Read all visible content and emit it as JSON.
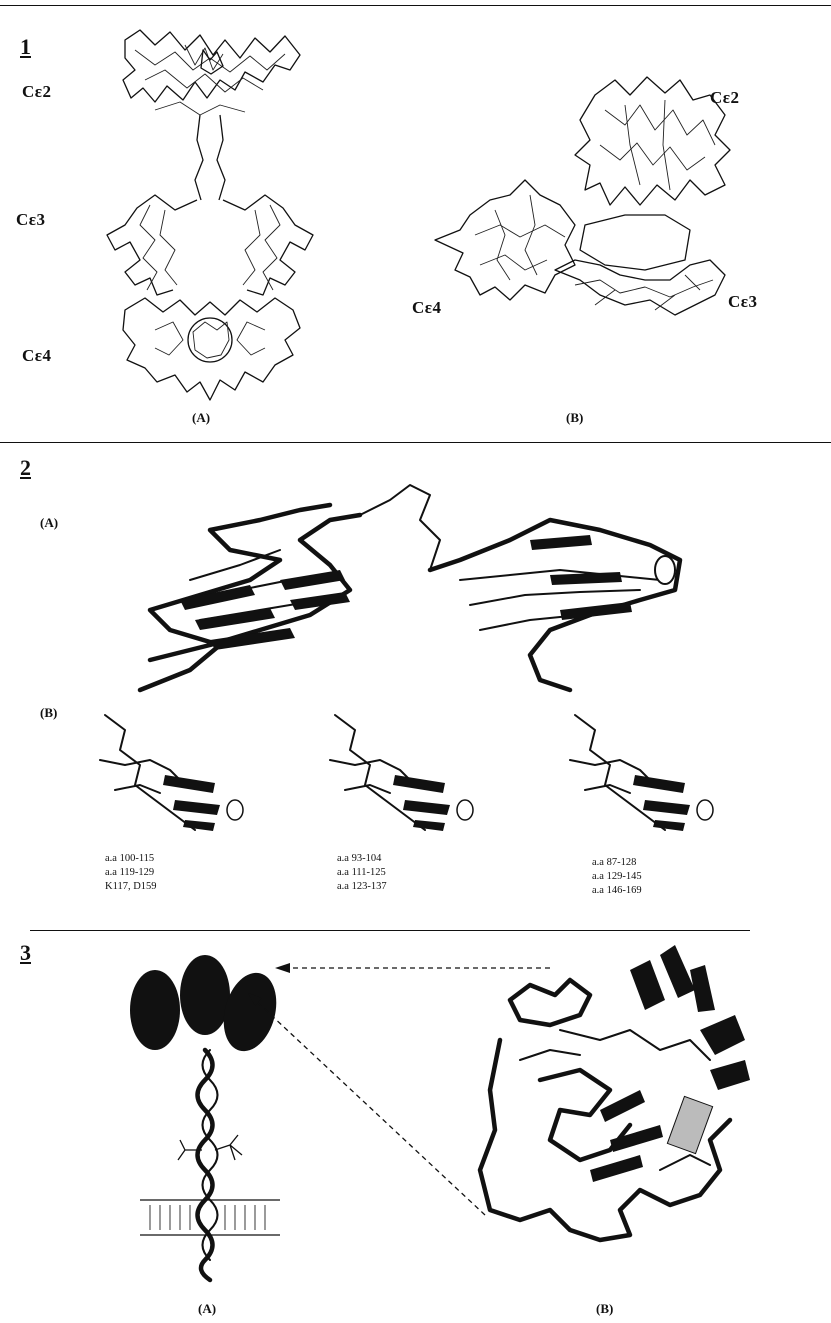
{
  "panel1": {
    "number": "1",
    "domains_A": {
      "top": "Cε2",
      "middle": "Cε3",
      "bottom": "Cε4"
    },
    "domains_B": {
      "ce2": "Cε2",
      "ce4": "Cε4",
      "ce3": "Cε3"
    },
    "label_A": "(A)",
    "label_B": "(B)"
  },
  "panel2": {
    "number": "2",
    "label_A": "(A)",
    "label_B": "(B)",
    "captions": [
      [
        "a.a 100-115",
        "a.a 119-129",
        "K117, D159"
      ],
      [
        "a.a 93-104",
        "a.a 111-125",
        "a.a 123-137"
      ],
      [
        "a.a 87-128",
        "a.a 129-145",
        "a.a 146-169"
      ]
    ]
  },
  "panel3": {
    "number": "3",
    "label_A": "(A)",
    "label_B": "(B)"
  }
}
